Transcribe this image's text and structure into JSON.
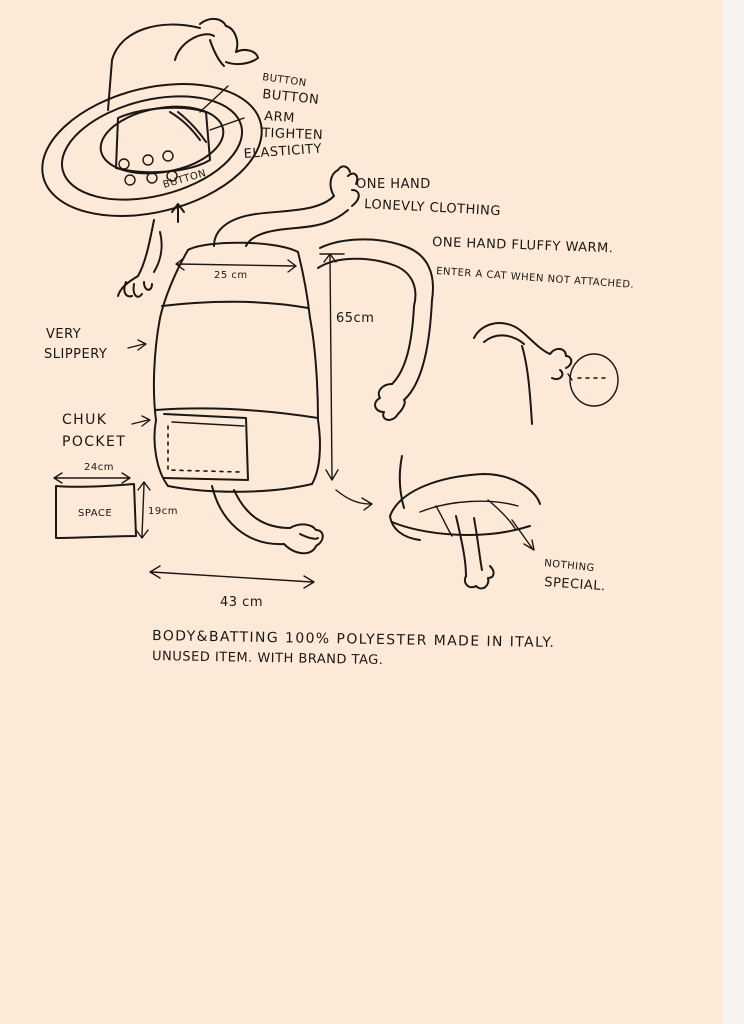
{
  "labels": {
    "button_1": "BUTTON",
    "button_2": "BUTTON",
    "arm": "ARM",
    "tighten": "TIGHTEN",
    "elasticity": "ELASTICITY",
    "button_small": "BUTTON",
    "one_hand_1": "ONE HAND",
    "lonely_clothing": "LONEVLY CLOTHING",
    "one_hand_fluffy": "ONE HAND FLUFFY WARM.",
    "enter_a_cat": "ENTER A CAT WHEN NOT ATTACHED.",
    "very": "VERY",
    "slippery": "SLIPPERY",
    "chuk": "CHUK",
    "pocket": "POCKET",
    "dim_24": "24cm",
    "space": "SPACE",
    "dim_19": "19cm",
    "dim_25": "25 cm",
    "dim_65": "65cm",
    "dim_43": "43 cm",
    "nothing": "NOTHING",
    "special": "SPECIAL.",
    "footer_1": "BODY&BATTING 100% POLYESTER MADE IN ITALY.",
    "footer_2": "UNUSED ITEM. WITH BRAND TAG."
  }
}
